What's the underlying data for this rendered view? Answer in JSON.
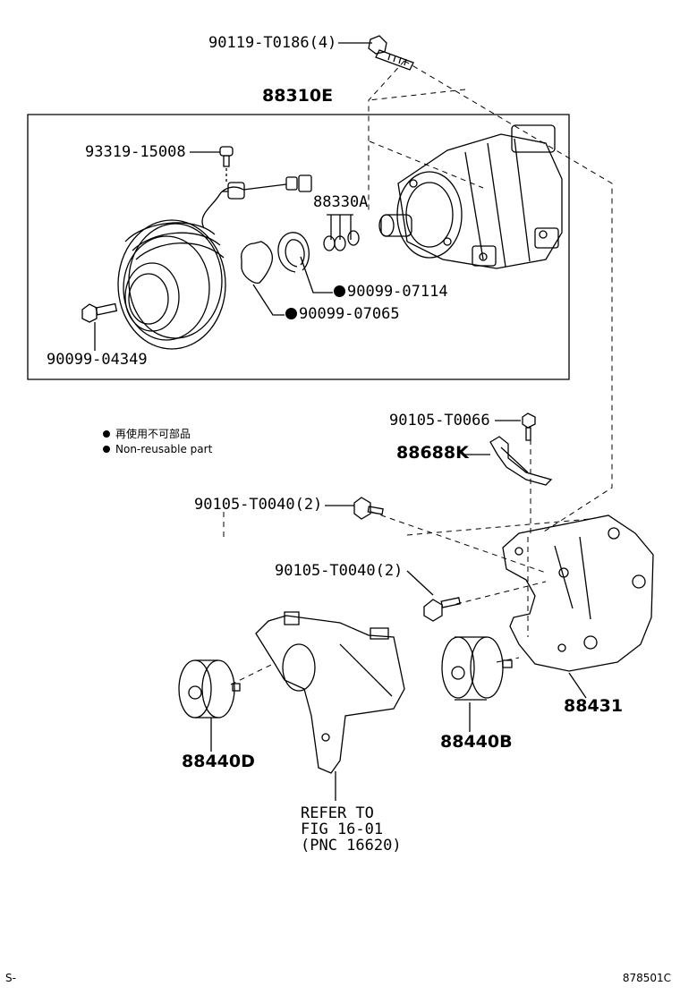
{
  "labels": {
    "bolt_top": "90119-T0186(4)",
    "assembly": "88310E",
    "screw": "93319-15008",
    "valve": "88330A",
    "snap_ring": "90099-07114",
    "shim": "90099-07065",
    "clutch_bolt": "90099-04349",
    "bracket_bolt": "90105-T0066",
    "bracket_small": "88688K",
    "bolt_mid_a": "90105-T0040(2)",
    "bolt_mid_b": "90105-T0040(2)",
    "compressor_bracket": "88431",
    "idler_b": "88440B",
    "idler_d": "88440D",
    "refer_line1": "REFER TO",
    "refer_line2": "FIG 16-01",
    "refer_line3": "(PNC 16620)"
  },
  "legend": {
    "line_jp": "再使用不可部品",
    "line_en": "Non-reusable part"
  },
  "footer": {
    "left": "S-",
    "right": "878501C"
  }
}
